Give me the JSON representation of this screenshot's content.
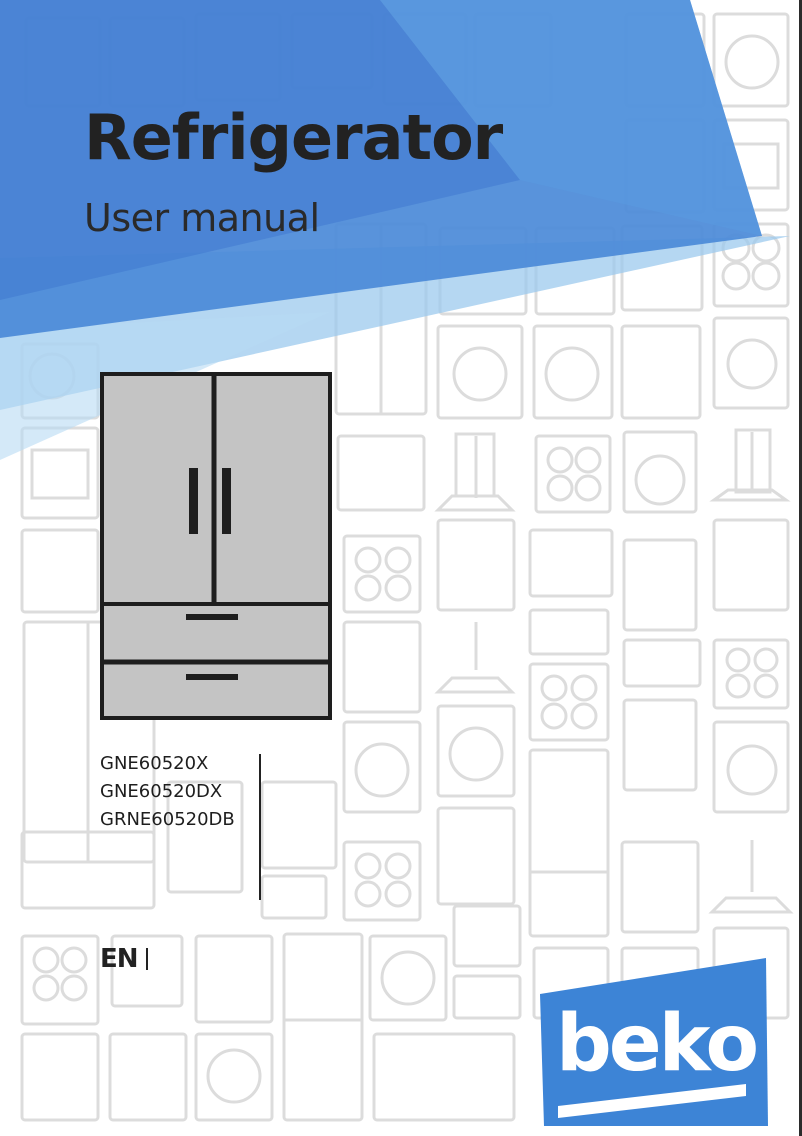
{
  "document": {
    "title": "Refrigerator",
    "subtitle": "User manual",
    "models": [
      "GNE60520X",
      "GNE60520DX",
      "GRNE60520DB"
    ],
    "language_code": "EN",
    "brand": "beko"
  },
  "colors": {
    "blue_primary": "#3f7fd3",
    "blue_light": "#9cc9ee",
    "brand_blue": "#3d84d6",
    "fridge_panel": "#c4c4c4",
    "fridge_outline": "#1e1e1e",
    "text_dark": "#222222",
    "pattern_stroke": "#dcdcdc"
  },
  "icons": {
    "background": "appliance-outline-pattern",
    "product": "french-door-refrigerator-icon",
    "logo": "beko-logo"
  }
}
